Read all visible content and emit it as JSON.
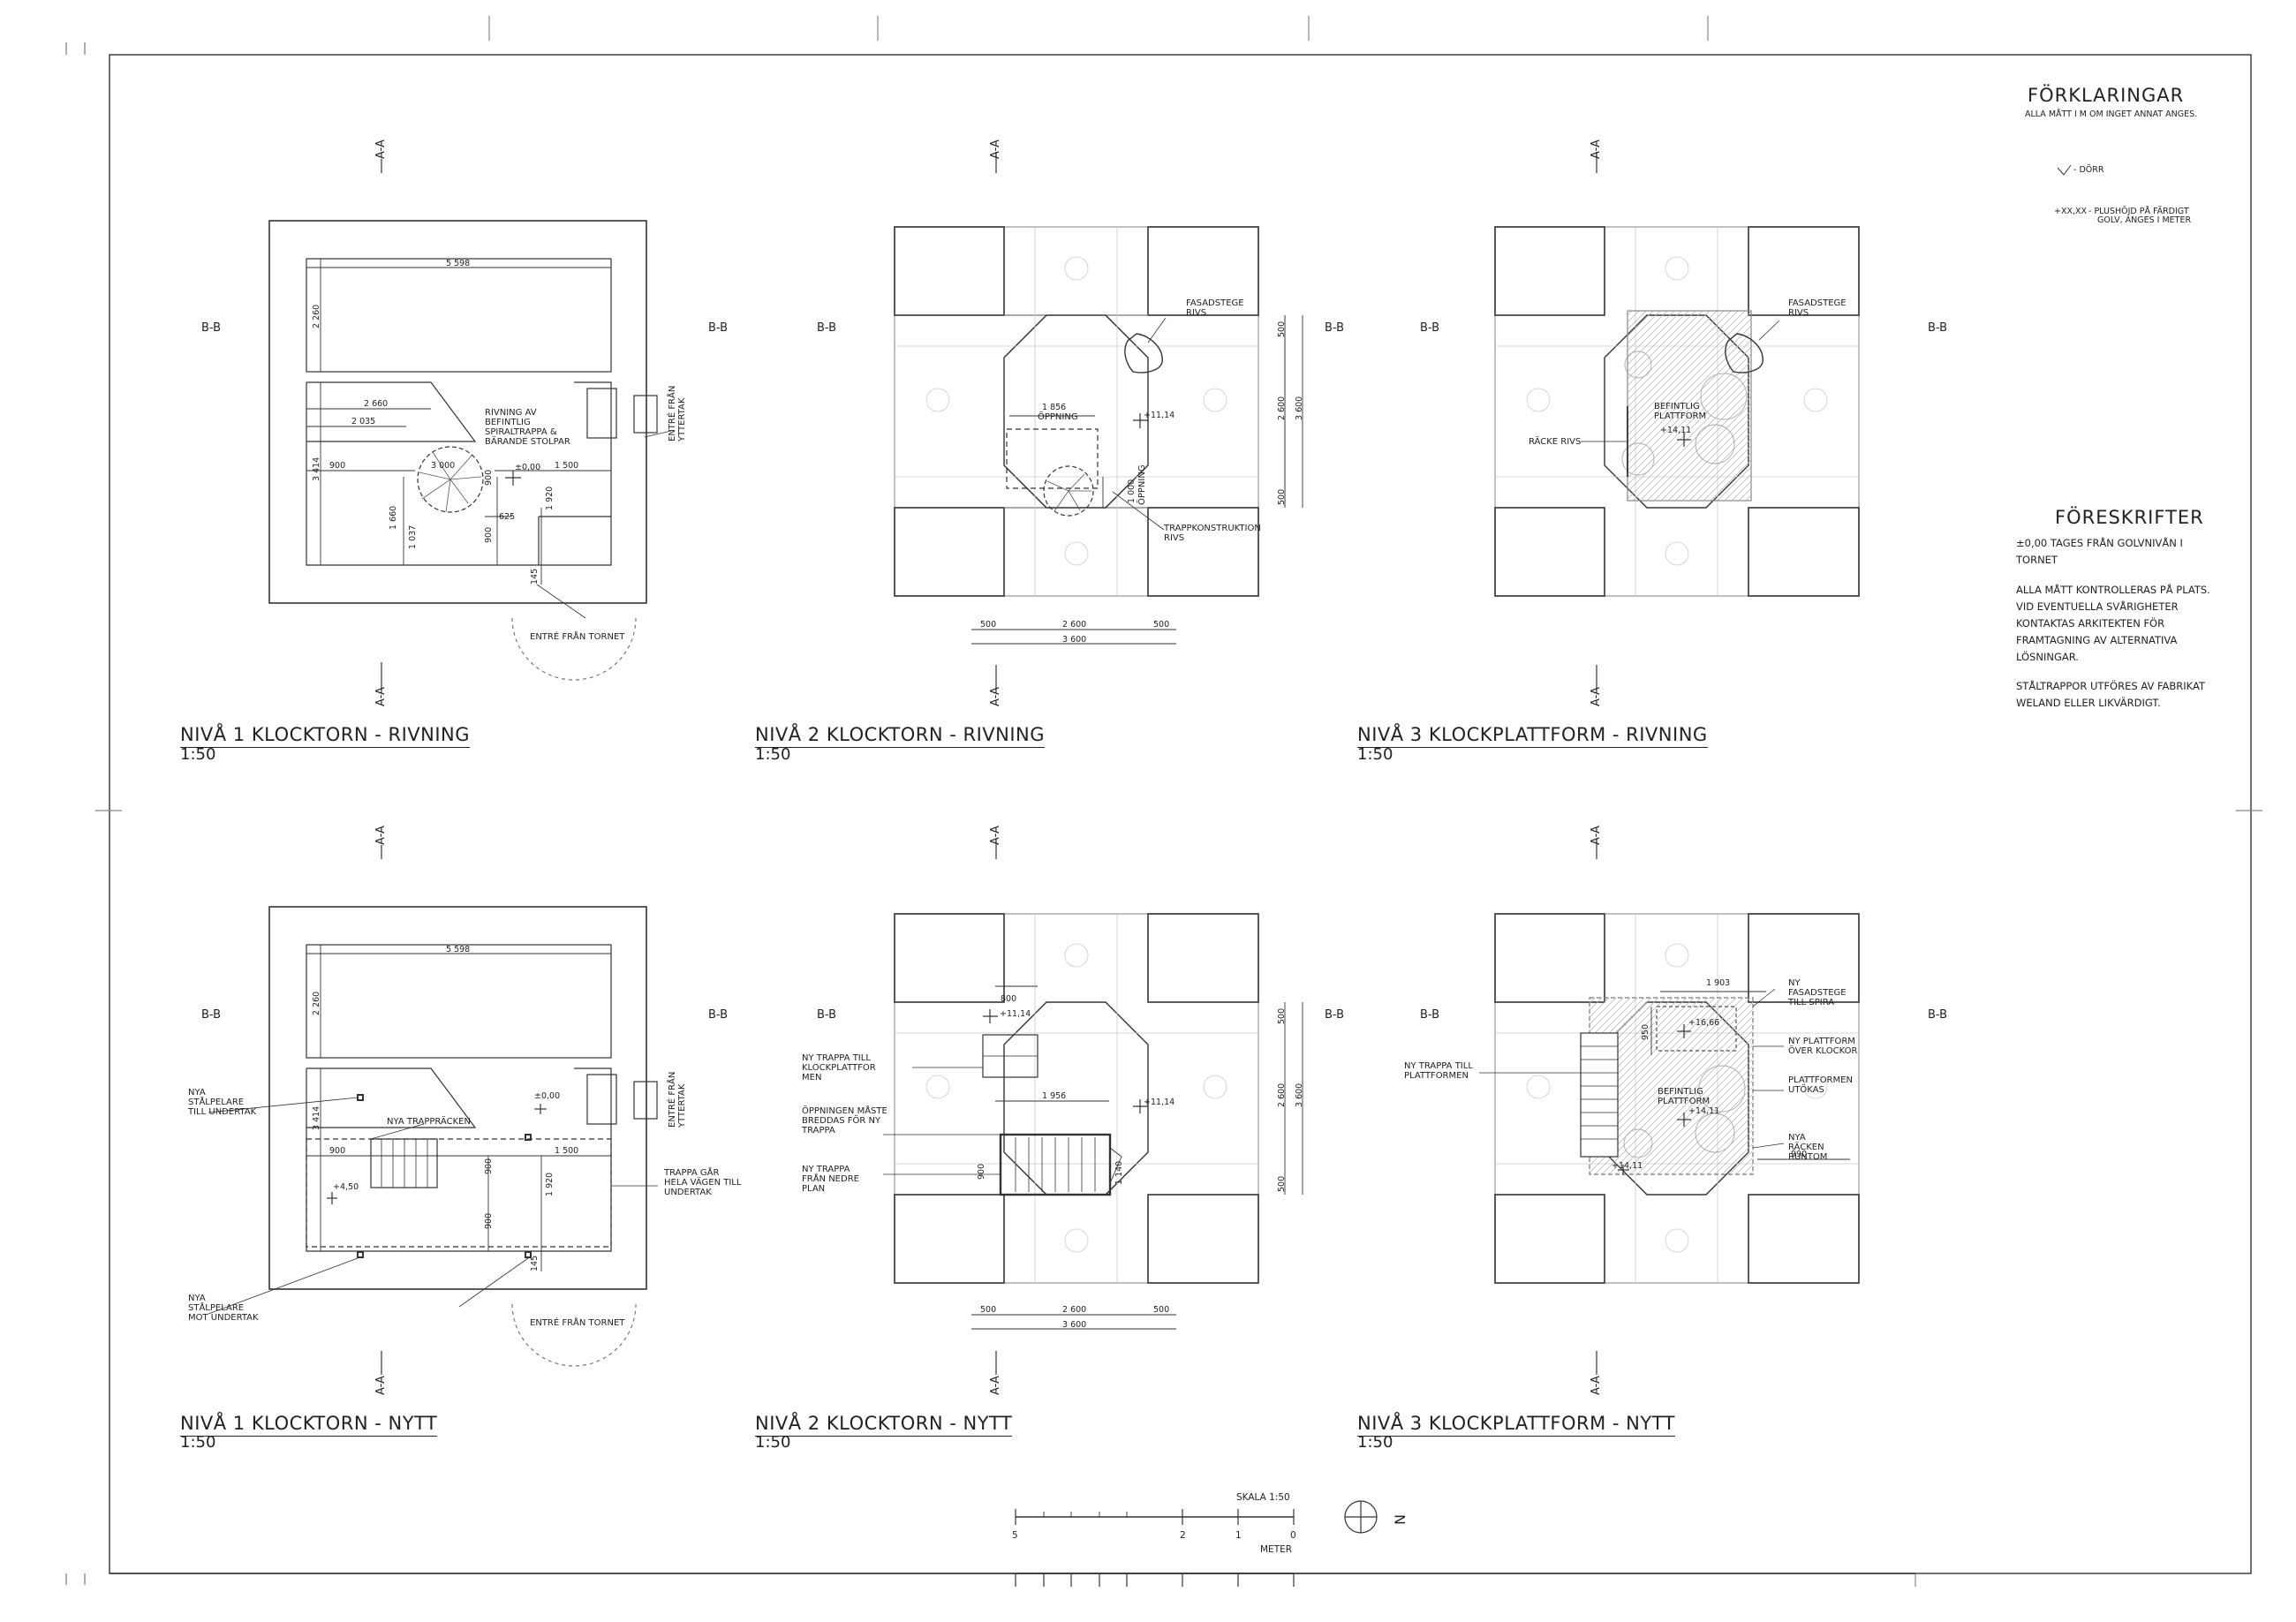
{
  "legend": {
    "heading": "FÖRKLARINGAR",
    "subheading": "ALLA MÅTT I M OM INGET ANNAT ANGES.",
    "door_text": "- DÖRR",
    "height_symbol": "+XX,XX",
    "height_text_1": "- PLUSHÖJD PÅ FÄRDIGT",
    "height_text_2": "GOLV, ANGES I METER"
  },
  "specs": {
    "heading": "FÖRESKRIFTER",
    "p1": "±0,00 TAGES FRÅN GOLVNIVÅN I TORNET",
    "p2": "ALLA MÅTT KONTROLLERAS PÅ PLATS. VID EVENTUELLA SVÅRIGHETER KONTAKTAS ARKITEKTEN FÖR FRAMTAGNING AV ALTERNATIVA LÖSNINGAR.",
    "p3": "STÅLTRAPPOR UTFÖRES AV FABRIKAT WELAND ELLER LIKVÄRDIGT."
  },
  "sections": {
    "a": "A-A",
    "b": "B-B"
  },
  "plans": [
    {
      "title": "NIVÅ 1 KLOCKTORN - RIVNING",
      "scale": "1:50"
    },
    {
      "title": "NIVÅ 2 KLOCKTORN - RIVNING",
      "scale": "1:50"
    },
    {
      "title": "NIVÅ 3 KLOCKPLATTFORM - RIVNING",
      "scale": "1:50"
    },
    {
      "title": "NIVÅ 1 KLOCKTORN - NYTT",
      "scale": "1:50"
    },
    {
      "title": "NIVÅ 2 KLOCKTORN - NYTT",
      "scale": "1:50"
    },
    {
      "title": "NIVÅ 3 KLOCKPLATTFORM - NYTT",
      "scale": "1:50"
    }
  ],
  "plan1_rivning": {
    "dims": {
      "d5598": "5 598",
      "d2260": "2 260",
      "d2660": "2 660",
      "d2035": "2 035",
      "d3414": "3 414",
      "d900": "900",
      "d3000": "3 000",
      "d1500": "1 500",
      "d1660": "1 660",
      "d1037": "1 037",
      "d625": "625",
      "d1920": "1 920",
      "d145": "145",
      "d900v": "900",
      "d900b": "900"
    },
    "labels": {
      "rivning": "RIVNING AV\nBEFINTLIG\nSPIRALTRAPPA &\nBÄRANDE STOLPAR",
      "level": "±0,00",
      "entre_yttertak": "ENTRÉ FRÅN\nYTTERTAK",
      "entre_tornet": "ENTRÉ FRÅN TORNET"
    }
  },
  "plan2_rivning": {
    "dims": {
      "d1856": "1 856",
      "d500a": "500",
      "d2600": "2 600",
      "d500b": "500",
      "d3600": "3 600",
      "v500a": "500",
      "v2600": "2 600",
      "v3600": "3 600",
      "v500b": "500",
      "d1000": "1 000"
    },
    "labels": {
      "oppning": "ÖPPNING",
      "oppning_v": "ÖPPNING",
      "fasadstege": "FASADSTEGE\nRIVS",
      "level": "+11,14",
      "trapp": "TRAPPKONSTRUKTION\nRIVS"
    }
  },
  "plan3_rivning": {
    "labels": {
      "fasadstege": "FASADSTEGE\nRIVS",
      "befintlig": "BEFINTLIG\nPLATTFORM",
      "level": "+14,11",
      "racke": "RÄCKE RIVS"
    }
  },
  "plan1_nytt": {
    "dims": {
      "d5598": "5 598",
      "d2260": "2 260",
      "d3414": "3 414",
      "d900": "900",
      "d1500": "1 500",
      "d1920": "1 920",
      "d900a": "900",
      "d900b": "900",
      "d145": "145"
    },
    "labels": {
      "nya_stalpelare_top": "NYA\nSTÅLPELARE\nTILL UNDERTAK",
      "nya_trappracken": "NYA TRAPPRÄCKEN",
      "level0": "±0,00",
      "level450": "+4,50",
      "trappa_gar": "TRAPPA GÅR\nHELA VÄGEN TILL\nUNDERTAK",
      "nya_stalpelare_bottom": "NYA\nSTÅLPELARE\nMOT UNDERTAK",
      "entre_yttertak": "ENTRÉ FRÅN\nYTTERTAK",
      "entre_tornet": "ENTRÉ FRÅN TORNET"
    }
  },
  "plan2_nytt": {
    "dims": {
      "d800": "800",
      "d1956": "1 956",
      "d900": "900",
      "d1140": "1 140",
      "d500a": "500",
      "d2600": "2 600",
      "d500b": "500",
      "d3600": "3 600",
      "v500a": "500",
      "v2600": "2 600",
      "v3600": "3 600",
      "v500b": "500"
    },
    "labels": {
      "ny_trappa": "NY TRAPPA TILL\nKLOCKPLATTFOR\nMEN",
      "oppningen": "ÖPPNINGEN MÅSTE\nBREDDAS FÖR NY\nTRAPPA",
      "ny_trappa_nedre": "NY TRAPPA\nFRÅN NEDRE\nPLAN",
      "level_a": "+11,14",
      "level_b": "+11,14"
    }
  },
  "plan3_nytt": {
    "dims": {
      "d1903": "1 903",
      "d950": "950",
      "d990": "990"
    },
    "labels": {
      "ny_trappa": "NY TRAPPA TILL\nPLATTFORMEN",
      "ny_fasadstege": "NY\nFASADSTEGE\nTILL SPIRA",
      "ny_plattform": "NY PLATTFORM\nÖVER KLOCKOR",
      "utokas": "PLATTFORMEN\nUTÖKAS",
      "nya_racken": "NYA\nRÄCKEN\nRUNTOM",
      "befintlig": "BEFINTLIG\nPLATTFORM",
      "level_a": "+16,66",
      "level_b": "+14,11",
      "level_c": "+14,11"
    }
  },
  "scalebar": {
    "label": "SKALA 1:50",
    "ticks": [
      "5",
      "2",
      "1",
      "0"
    ],
    "unit": "METER",
    "north": "N"
  }
}
